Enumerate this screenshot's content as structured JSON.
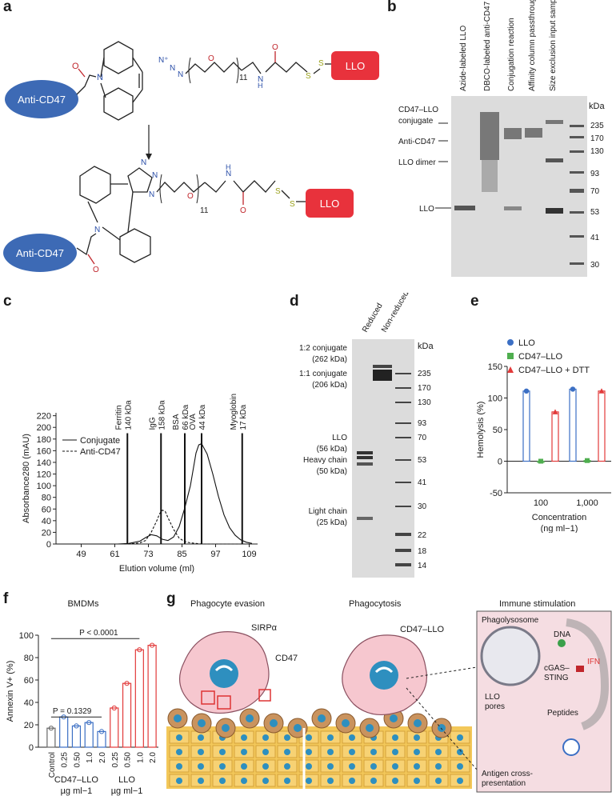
{
  "panels": {
    "a": "a",
    "b": "b",
    "c": "c",
    "d": "d",
    "e": "e",
    "f": "f",
    "g": "g"
  },
  "panel_a": {
    "antibody_label": "Anti-CD47",
    "toxin_label": "LLO",
    "peg_repeat": "11",
    "colors": {
      "antibody": "#3d6ab5",
      "toxin": "#e8323c",
      "nitrogen": "#2b4fa8",
      "oxygen": "#c0262c",
      "sulfur": "#9aa019"
    }
  },
  "panel_b": {
    "lanes": [
      "Azide-labeled LLO",
      "DBCO-labeled anti-CD47",
      "Conjugation reaction",
      "Affinity column passthrough",
      "Size exclusion input sample"
    ],
    "band_labels": [
      "CD47–LLO conjugate",
      "Anti-CD47",
      "LLO dimer",
      "LLO"
    ],
    "kda_header": "kDa",
    "markers": [
      "235",
      "170",
      "130",
      "93",
      "70",
      "53",
      "41",
      "30"
    ]
  },
  "panel_c": {
    "chart_data": {
      "type": "line",
      "xlabel": "Elution volume (ml)",
      "ylabel": "Absorbance280 (mAU)",
      "xticks": [
        49,
        61,
        73,
        85,
        97,
        109
      ],
      "yticks": [
        0,
        20,
        40,
        60,
        80,
        100,
        120,
        140,
        160,
        180,
        200,
        220
      ],
      "xlim": [
        40,
        112
      ],
      "ylim": [
        0,
        225
      ],
      "series": [
        {
          "name": "Conjugate",
          "style": "solid",
          "x": [
            40,
            62,
            66,
            70,
            72,
            74,
            76,
            78,
            80,
            82,
            84,
            86,
            88,
            89,
            90,
            91,
            92,
            94,
            96,
            98,
            100,
            102,
            104,
            106,
            108,
            110
          ],
          "y": [
            0,
            0,
            1,
            5,
            11,
            16,
            14,
            8,
            6,
            12,
            30,
            62,
            100,
            128,
            156,
            170,
            172,
            154,
            120,
            82,
            50,
            28,
            15,
            7,
            3,
            1
          ]
        },
        {
          "name": "Anti-CD47",
          "style": "dashed",
          "x": [
            40,
            66,
            70,
            72,
            74,
            76,
            77,
            78,
            79,
            80,
            82,
            84,
            86,
            88,
            90,
            92,
            100,
            110
          ],
          "y": [
            0,
            0,
            2,
            6,
            20,
            40,
            52,
            58,
            56,
            45,
            25,
            10,
            4,
            2,
            1,
            0,
            0,
            0
          ]
        }
      ],
      "standards": [
        {
          "name": "Ferritin",
          "mw": "140 kDa",
          "x": 65.5
        },
        {
          "name": "IgG",
          "mw": "158 kDa",
          "x": 77.5
        },
        {
          "name": "BSA",
          "mw": "66 kDa",
          "x": 86
        },
        {
          "name": "OVA",
          "mw": "44 kDa",
          "x": 92
        },
        {
          "name": "Myoglobin",
          "mw": "17 kDa",
          "x": 106.5
        }
      ]
    }
  },
  "panel_d": {
    "lanes": [
      "Reduced",
      "Non-reduced"
    ],
    "kda_header": "kDa",
    "markers": [
      "235",
      "170",
      "130",
      "93",
      "70",
      "53",
      "41",
      "30",
      "22",
      "18",
      "14"
    ],
    "band_labels": [
      {
        "name": "1:2 conjugate",
        "mw": "(262 kDa)"
      },
      {
        "name": "1:1 conjugate",
        "mw": "(206 kDa)"
      },
      {
        "name": "LLO",
        "mw": "(56 kDa)"
      },
      {
        "name": "Heavy chain",
        "mw": "(50 kDa)"
      },
      {
        "name": "Light chain",
        "mw": "(25 kDa)"
      }
    ]
  },
  "panel_e": {
    "chart_data": {
      "type": "bar",
      "categories": [
        "100",
        "1,000"
      ],
      "xlabel_line1": "Concentration",
      "xlabel_line2": "(ng ml−1)",
      "ylabel": "Hemolysis (%)",
      "yticks": [
        -50,
        0,
        50,
        100,
        150
      ],
      "ylim": [
        -50,
        150
      ],
      "series": [
        {
          "name": "LLO",
          "color": "#3b6fc4",
          "marker": "circle",
          "values": [
            111,
            114
          ]
        },
        {
          "name": "CD47–LLO",
          "color": "#4fae4f",
          "marker": "square",
          "values": [
            0,
            1
          ]
        },
        {
          "name": "CD47–LLO + DTT",
          "color": "#e23a3a",
          "marker": "triangle",
          "values": [
            78,
            111
          ]
        }
      ]
    }
  },
  "panel_f": {
    "chart_data": {
      "type": "bar",
      "title": "BMDMs",
      "ylabel": "Annexin V+ (%)",
      "yticks": [
        0,
        20,
        40,
        60,
        80,
        100
      ],
      "ylim": [
        0,
        100
      ],
      "categories": [
        "Control",
        "0.25",
        "0.50",
        "1.0",
        "2.0",
        "0.25",
        "0.50",
        "1.0",
        "2.0"
      ],
      "groups": [
        {
          "name": "CD47–LLO",
          "unit": "µg ml−1",
          "color": "#3b6fc4"
        },
        {
          "name": "LLO",
          "unit": "µg ml−1",
          "color": "#e23a3a"
        }
      ],
      "values": [
        17,
        27,
        19,
        22,
        14,
        35,
        57,
        87,
        91
      ],
      "colors": [
        "#666666",
        "#3b6fc4",
        "#3b6fc4",
        "#3b6fc4",
        "#3b6fc4",
        "#e23a3a",
        "#e23a3a",
        "#e23a3a",
        "#e23a3a"
      ],
      "annotations": [
        "P < 0.0001",
        "P = 0.1329"
      ]
    }
  },
  "panel_g": {
    "titles": [
      "Phagocyte evasion",
      "Phagocytosis",
      "Immune stimulation"
    ],
    "labels": {
      "sirpa": "SIRPα",
      "cd47": "CD47",
      "cd47_llo": "CD47–LLO",
      "phagolysosome": "Phagolysosome",
      "dna": "DNA",
      "cgas_line1": "cGAS–",
      "cgas_line2": "STING",
      "ifn": "IFN",
      "llo_pores_line1": "LLO",
      "llo_pores_line2": "pores",
      "peptides": "Peptides",
      "antigen_line1": "Antigen cross-",
      "antigen_line2": "presentation"
    }
  }
}
